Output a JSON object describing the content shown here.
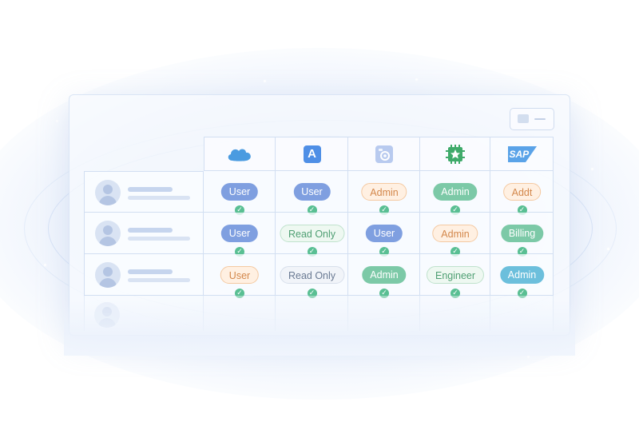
{
  "apps": [
    {
      "name": "salesforce-icon",
      "color": "#4a9be0"
    },
    {
      "name": "a-app-icon",
      "glyph": "A",
      "color": "#4f8fe6"
    },
    {
      "name": "gear-app-icon",
      "color": "#7fa3e6"
    },
    {
      "name": "star-app-icon",
      "color": "#3faa6a"
    },
    {
      "name": "sap-icon",
      "glyph": "SAP",
      "color": "#5aa3e8"
    }
  ],
  "rows": [
    {
      "roles": [
        {
          "label": "User",
          "style": "blue"
        },
        {
          "label": "User",
          "style": "blue"
        },
        {
          "label": "Admin",
          "style": "orange"
        },
        {
          "label": "Admin",
          "style": "green"
        },
        {
          "label": "Addt",
          "style": "orange"
        }
      ]
    },
    {
      "roles": [
        {
          "label": "User",
          "style": "blue"
        },
        {
          "label": "Read Only",
          "style": "mint"
        },
        {
          "label": "User",
          "style": "blue"
        },
        {
          "label": "Admin",
          "style": "orange"
        },
        {
          "label": "Billing",
          "style": "green"
        }
      ]
    },
    {
      "roles": [
        {
          "label": "User",
          "style": "orange"
        },
        {
          "label": "Read Only",
          "style": "grey"
        },
        {
          "label": "Admin",
          "style": "green"
        },
        {
          "label": "Engineer",
          "style": "mint"
        },
        {
          "label": "Admin",
          "style": "teal"
        }
      ]
    }
  ],
  "check_glyph": "✓",
  "check_color": "#59bf93"
}
